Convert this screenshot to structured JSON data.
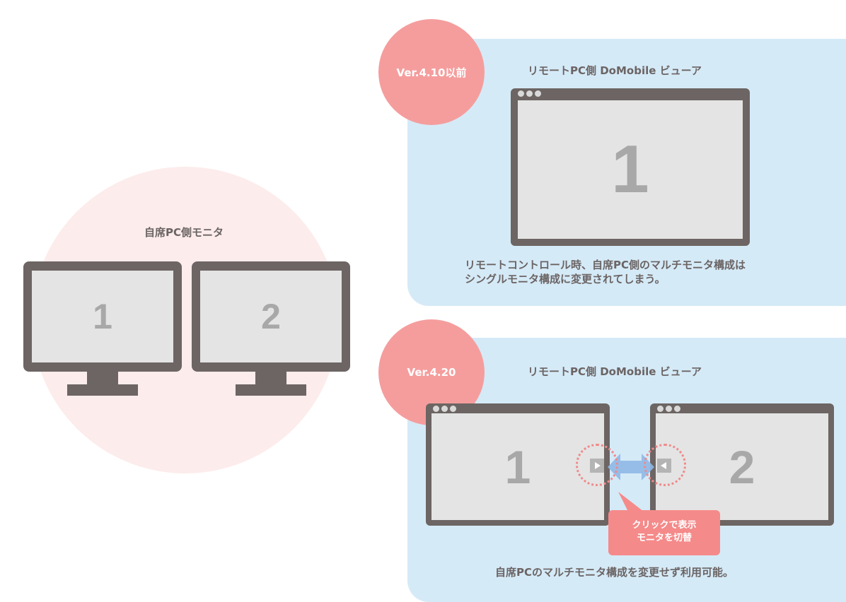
{
  "left": {
    "title": "自席PC側モニタ",
    "monitors": [
      {
        "number": "1"
      },
      {
        "number": "2"
      }
    ]
  },
  "top_panel": {
    "badge": "Ver.4.10以前",
    "title": "リモートPC側 DoMobile ビューア",
    "window_number": "1",
    "description_line1": "リモートコントロール時、自席PC側のマルチモニタ構成は",
    "description_line2": "シングルモニタ構成に変更されてしまう。"
  },
  "bottom_panel": {
    "badge": "Ver.4.20",
    "title": "リモートPC側 DoMobile ビューア",
    "window_numbers": [
      "1",
      "2"
    ],
    "callout_line1": "クリックで表示",
    "callout_line2": "モニタを切替",
    "description": "自席PCのマルチモニタ構成を変更せず利用可能。"
  },
  "colors": {
    "panel_bg": "#d5eaf7",
    "badge_bg": "#f59d9d",
    "left_circle_bg": "#fdecec",
    "monitor_frame": "#6c6563",
    "screen_bg": "#e4e4e4",
    "callout_bg": "#f58a8a",
    "arrow_blue": "#8fb8e6"
  }
}
